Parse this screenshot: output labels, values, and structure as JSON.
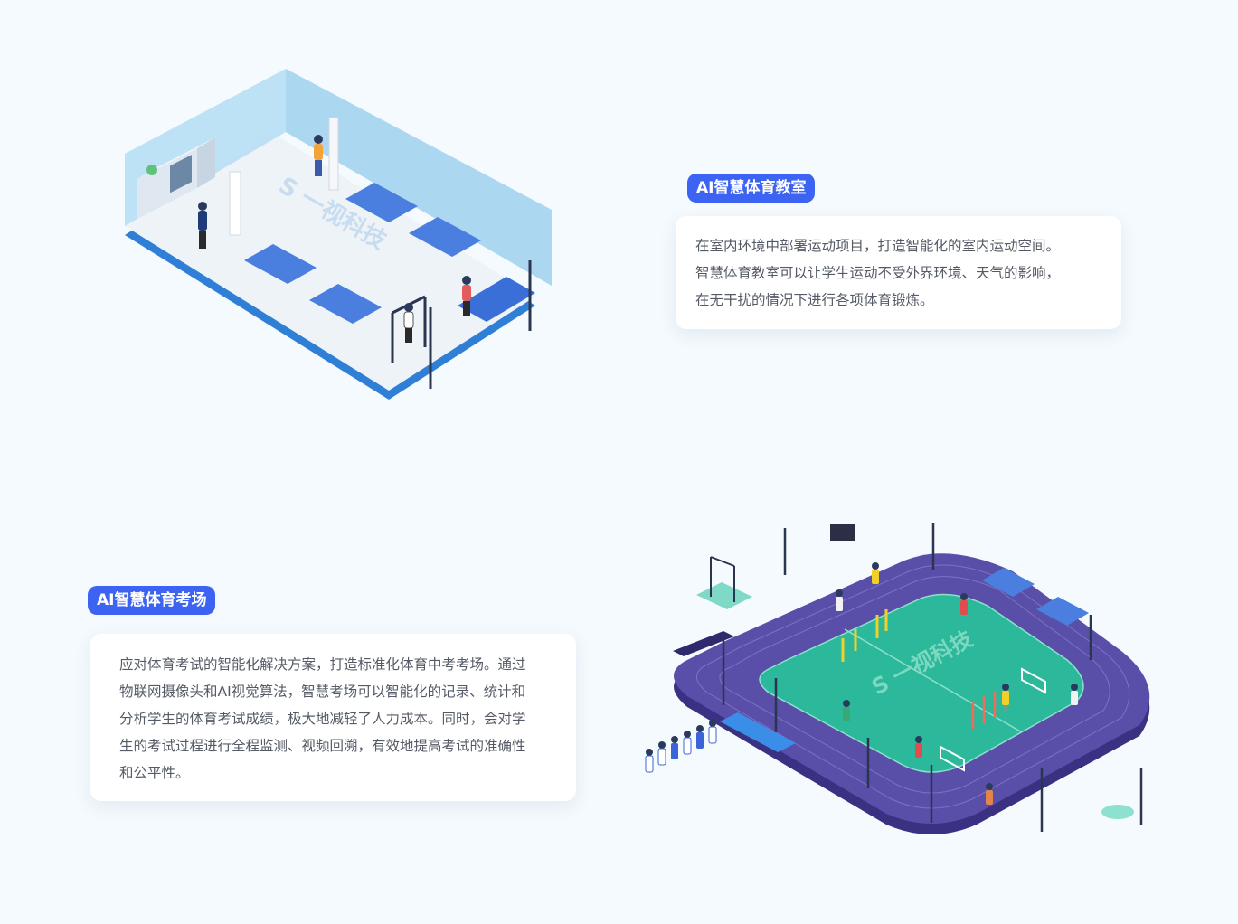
{
  "colors": {
    "accent": "#3c63f2",
    "background": "#f4fafd",
    "track": "#5a4fa8",
    "field": "#2cb89a",
    "room_wall": "#a9d6f0",
    "mat": "#4a7fe0"
  },
  "classroom": {
    "tag": "AI智慧体育教室",
    "lines": [
      "在室内环境中部署运动项目，打造智能化的室内运动空间。",
      "智慧体育教室可以让学生运动不受外界环境、天气的影响，",
      "在无干扰的情况下进行各项体育锻炼。"
    ],
    "illustration_logo": "S 一视科技"
  },
  "exam": {
    "tag": "AI智慧体育考场",
    "lines": [
      "应对体育考试的智能化解决方案，打造标准化体育中考考场。通过",
      "物联网摄像头和AI视觉算法，智慧考场可以智能化的记录、统计和",
      "分析学生的体育考试成绩，极大地减轻了人力成本。同时，会对学",
      "生的考试过程进行全程监测、视频回溯，有效地提高考试的准确性",
      "和公平性。"
    ],
    "illustration_logo": "S 一视科技"
  }
}
